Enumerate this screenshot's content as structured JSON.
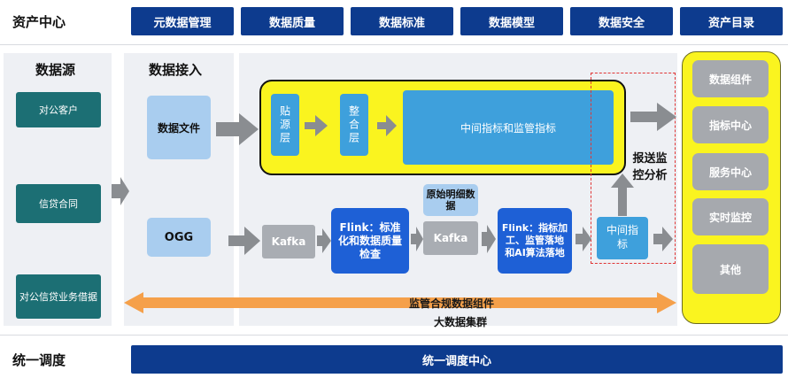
{
  "header": {
    "title": "资产中心",
    "nav": [
      "元数据管理",
      "数据质量",
      "数据标准",
      "数据模型",
      "数据安全",
      "资产目录"
    ]
  },
  "sources": {
    "title": "数据源",
    "items": [
      "对公客户",
      "信贷合同",
      "对公信贷业务借据"
    ]
  },
  "ingest": {
    "title": "数据接入",
    "file_label": "数据文件",
    "ogg_label": "OGG"
  },
  "flow": {
    "stick_layer": "贴源层",
    "integrate_layer": "整合层",
    "indicator": "中间指标和监管指标",
    "kafka1": "Kafka",
    "flink1": "Flink：标准化和数据质量检查",
    "raw_detail": "原始明细数据",
    "kafka2": "Kafka",
    "flink2": "Flink：指标加工、监管落地和AI算法落地",
    "mid_indicator": "中间指标",
    "report": "报送监控分析"
  },
  "bottom_arrow": "监管合规数据组件",
  "cluster_label": "大数据集群",
  "asset_items": [
    "数据组件",
    "指标中心",
    "服务中心",
    "实时监控",
    "其他"
  ],
  "footer": {
    "label": "统一调度",
    "bar": "统一调度中心"
  },
  "colors": {
    "nav_blue": "#0d3b8e",
    "yellow": "#faf41f",
    "orange": "#f5a04a",
    "teal": "#1c6f74"
  }
}
